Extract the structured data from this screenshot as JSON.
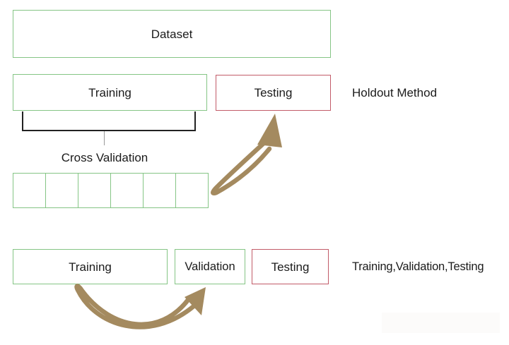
{
  "theme": {
    "background": "#ffffff",
    "green_border": "#85c585",
    "red_border": "#c25b68",
    "arrow_color": "#a48a5f",
    "bracket_color": "#222222",
    "tick_color": "#9a9a9a",
    "text_color": "#1b1b1b",
    "watermark_color": "#fcfbfa"
  },
  "diagram": {
    "dataset_label": "Dataset",
    "holdout": {
      "training_label": "Training",
      "testing_label": "Testing",
      "caption": "Holdout Method"
    },
    "cross_validation": {
      "label": "Cross Validation",
      "fold_count": 6
    },
    "three_way": {
      "training_label": "Training",
      "validation_label": "Validation",
      "testing_label": "Testing",
      "caption": "Training,Validation,Testing"
    }
  }
}
